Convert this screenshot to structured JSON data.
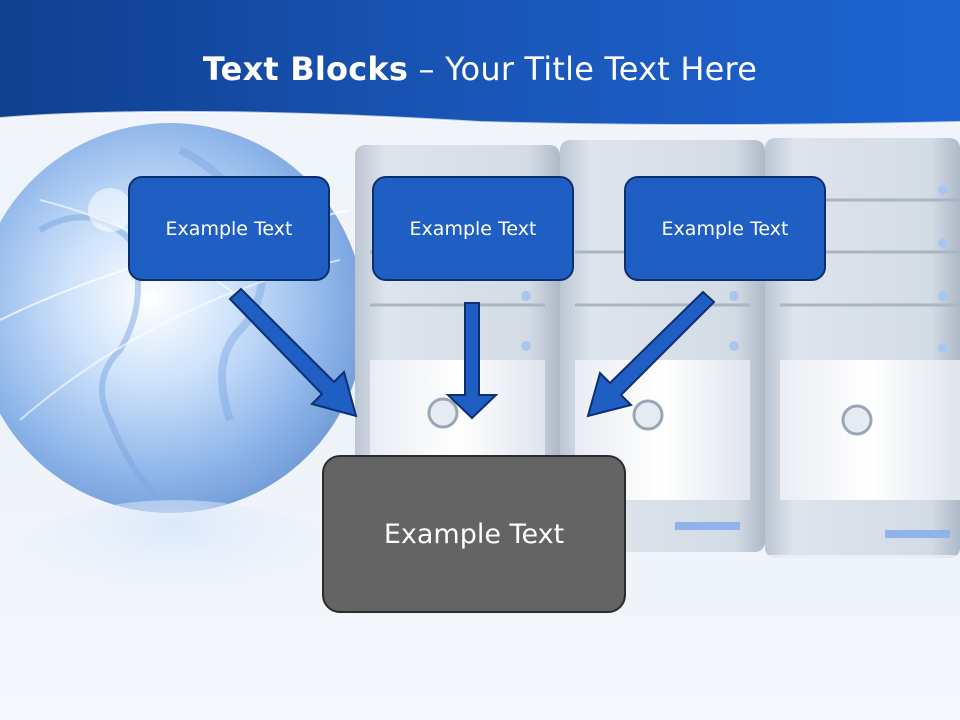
{
  "slide": {
    "title_bold": "Text Blocks",
    "title_dash": " – ",
    "title_rest": "Your Title Text Here"
  },
  "blocks": {
    "top": [
      {
        "label": "Example Text"
      },
      {
        "label": "Example Text"
      },
      {
        "label": "Example Text"
      }
    ],
    "center": {
      "label": "Example Text"
    }
  },
  "colors": {
    "header": "#1a56b8",
    "block_fill": "#1f5fc4",
    "block_border": "#0d2f6e",
    "center_fill": "#646464",
    "arrow": "#1f5fc4"
  }
}
